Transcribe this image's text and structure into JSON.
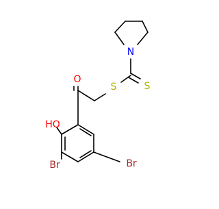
{
  "molecule": {
    "atom_labels": {
      "nitrogen": "N",
      "sulfur_thioether": "S",
      "sulfur_thione": "S",
      "oxygen_carbonyl": "O",
      "hydroxyl": "HO",
      "bromine_left": "Br",
      "bromine_right": "Br"
    },
    "colors": {
      "bond": "#000000",
      "nitrogen": "#0000ff",
      "sulfur": "#b2b200",
      "oxygen": "#ff0000",
      "bromine": "#a52a2a",
      "background": "#ffffff"
    }
  }
}
